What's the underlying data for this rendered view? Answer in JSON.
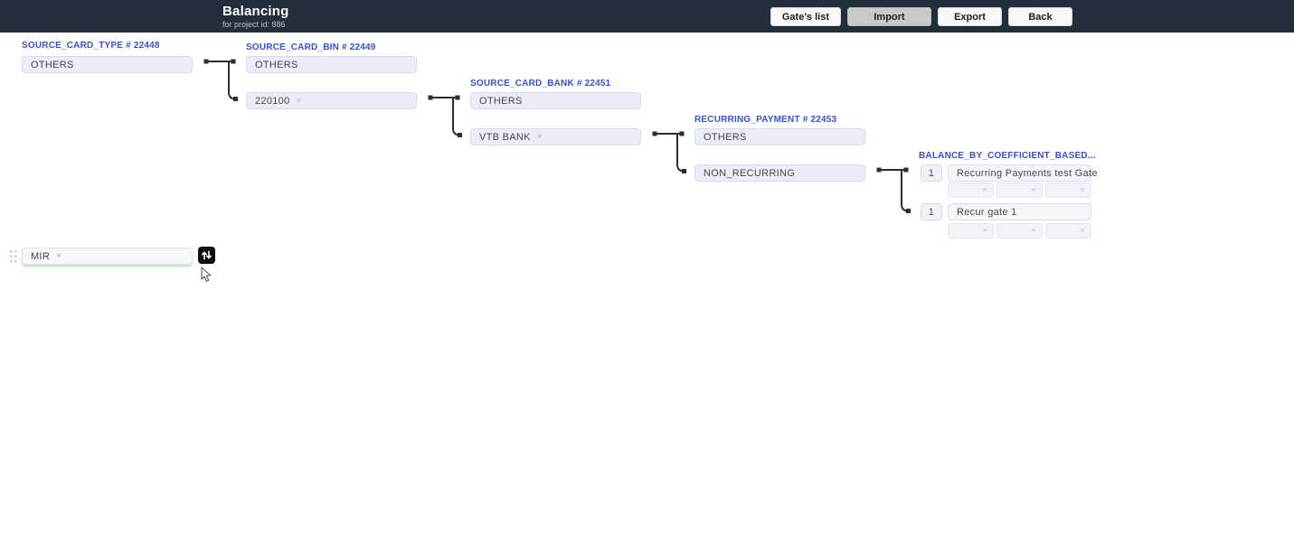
{
  "glyphs": {
    "remove": "×"
  },
  "header": {
    "title": "Balancing",
    "subtitle": "for project id: 886",
    "buttons": [
      {
        "label": "Gate's list"
      },
      {
        "label": "Import",
        "state": "active"
      },
      {
        "label": "Export"
      },
      {
        "label": "Back"
      }
    ]
  },
  "columns": [
    {
      "label": "SOURCE_CARD_TYPE # 22448",
      "boxes": [
        {
          "text": "OTHERS",
          "removable": false
        }
      ]
    },
    {
      "label": "SOURCE_CARD_BIN # 22449",
      "boxes": [
        {
          "text": "OTHERS",
          "removable": false
        },
        {
          "text": "220100",
          "removable": true
        }
      ]
    },
    {
      "label": "SOURCE_CARD_BANK # 22451",
      "boxes": [
        {
          "text": "OTHERS",
          "removable": false
        },
        {
          "text": "VTB BANK",
          "removable": true
        }
      ]
    },
    {
      "label": "RECURRING_PAYMENT # 22453",
      "boxes": [
        {
          "text": "OTHERS",
          "removable": false
        },
        {
          "text": "NON_RECURRING",
          "removable": false
        }
      ]
    }
  ],
  "gates": {
    "label": "BALANCE_BY_COEFFICIENT_BASED...",
    "rows": [
      {
        "coefficient": "1",
        "name": "Recurring Payments test Gate"
      },
      {
        "coefficient": "1",
        "name": "Recur gate 1"
      }
    ]
  },
  "floating_chip": {
    "text": "MIR"
  },
  "colors": {
    "header_bg": "#232e3c",
    "label_blue": "#3a50d4",
    "node_bg": "#ededf9",
    "node_border": "#d9d9ec",
    "active_button_bg": "#c9c9c9",
    "connector": "#2e2e2e",
    "chip_glow_green": "#9fd8ae",
    "swap_button_bg": "#0d0d0d"
  }
}
